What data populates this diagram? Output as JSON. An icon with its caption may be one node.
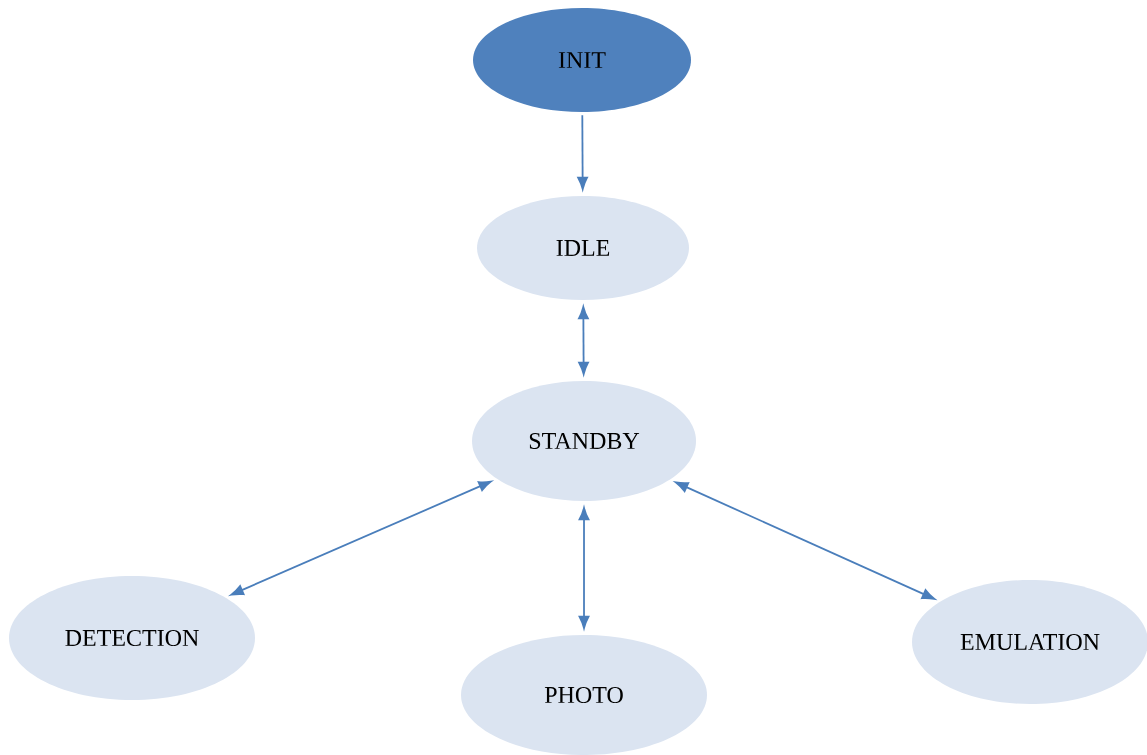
{
  "diagram": {
    "nodes": [
      {
        "text": [
          "INIT"
        ]
      },
      {
        "text": [
          "IDLE"
        ]
      },
      {
        "text": [
          "STANDBY"
        ]
      },
      {
        "text": [
          "DETECTION"
        ]
      },
      {
        "text": [
          "PHOTO"
        ]
      },
      {
        "text": [
          "EMULATION"
        ]
      }
    ],
    "edges": [
      {
        "from": 0,
        "to": 1,
        "arrow": "to"
      },
      {
        "from": 1,
        "to": 2,
        "arrow": "both"
      },
      {
        "from": 2,
        "to": 3,
        "arrow": "both"
      },
      {
        "from": 2,
        "to": 4,
        "arrow": "both"
      },
      {
        "from": 2,
        "to": 5,
        "arrow": "both"
      }
    ]
  }
}
